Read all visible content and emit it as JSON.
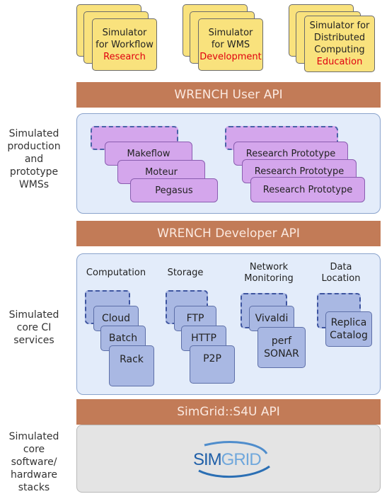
{
  "simulators": {
    "workflow": {
      "line1": "Simulator",
      "line2": "for Workflow",
      "highlight": "Research"
    },
    "wms": {
      "line1": "Simulator",
      "line2": "for WMS",
      "highlight": "Development"
    },
    "education": {
      "line1": "Simulator for",
      "line2": "Distributed",
      "line3": "Computing",
      "highlight": "Education"
    }
  },
  "api_bars": {
    "user": "WRENCH User API",
    "developer": "WRENCH Developer API",
    "simgrid": "SimGrid::S4U API"
  },
  "side_labels": {
    "wms": [
      "Simulated",
      "production",
      "and",
      "prototype",
      "WMSs"
    ],
    "ci": [
      "Simulated",
      "core CI",
      "services"
    ],
    "stack": [
      "Simulated",
      "core",
      "software/",
      "hardware",
      "stacks"
    ]
  },
  "wms_left": [
    "Makeflow",
    "Moteur",
    "Pegasus"
  ],
  "wms_right": [
    "Research Prototype",
    "Research Prototype",
    "Research Prototype"
  ],
  "services": {
    "computation": {
      "title": "Computation",
      "items": [
        "Cloud",
        "Batch",
        "Rack"
      ]
    },
    "storage": {
      "title": "Storage",
      "items": [
        "FTP",
        "HTTP",
        "P2P"
      ]
    },
    "network": {
      "title_line1": "Network",
      "title_line2": "Monitoring",
      "items": [
        "Vivaldi",
        "perf SONAR"
      ]
    },
    "data": {
      "title_line1": "Data",
      "title_line2": "Location",
      "items": [
        "Replica Catalog"
      ]
    }
  },
  "logo": {
    "text_dark": "SIM",
    "text_light": "GRID"
  },
  "colors": {
    "accent_red": "#e0000f",
    "api_bar": "#c27b57",
    "wms_card": "#d4a6ec",
    "service_card": "#a9b8e3",
    "simulator_card": "#f9e27d"
  }
}
